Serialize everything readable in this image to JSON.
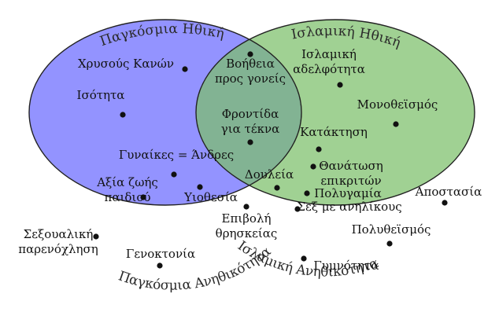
{
  "regions": {
    "global_ethics": {
      "title": "Παγκόσμια Ηθική",
      "color": "#6a6aff"
    },
    "islamic_ethics": {
      "title": "Ισλαμική Ηθική",
      "color": "#7bbf6a"
    },
    "global_immorality": {
      "title": "Παγκόσμια Ανηθικότητα",
      "color": "#ffc575"
    },
    "islamic_immorality": {
      "title": "Ισλαμική Ανηθικότητα",
      "color": "#ff7070"
    }
  },
  "items": [
    {
      "id": "golden-rule",
      "lines": [
        "Χρυσούς Κανών"
      ]
    },
    {
      "id": "equality",
      "lines": [
        "Ισότητα"
      ]
    },
    {
      "id": "help-parents",
      "lines": [
        "Βοήθεια",
        "προς γονείς"
      ]
    },
    {
      "id": "child-care",
      "lines": [
        "Φροντίδα",
        "για τέκνα"
      ]
    },
    {
      "id": "islamic-brotherhood",
      "lines": [
        "Ισλαμική",
        "αδελφότητα"
      ]
    },
    {
      "id": "monotheism",
      "lines": [
        "Μονοθεϊσμός"
      ]
    },
    {
      "id": "conquest",
      "lines": [
        "Κατάκτηση"
      ]
    },
    {
      "id": "women-equal-men",
      "lines": [
        "Γυναίκες = Άνδρες"
      ]
    },
    {
      "id": "slavery",
      "lines": [
        "Δουλεία"
      ]
    },
    {
      "id": "killing-critics",
      "lines": [
        "Θανάτωση",
        "επικριτών"
      ]
    },
    {
      "id": "child-life-value",
      "lines": [
        "Αξία ζωής",
        "παιδιού"
      ]
    },
    {
      "id": "adoption",
      "lines": [
        "Υιοθεσία"
      ]
    },
    {
      "id": "polygamy",
      "lines": [
        "Πολυγαμία"
      ]
    },
    {
      "id": "sex-with-minors",
      "lines": [
        "Σεξ με ανηλίκους"
      ]
    },
    {
      "id": "apostasy",
      "lines": [
        "Αποστασία"
      ]
    },
    {
      "id": "religion-imposition",
      "lines": [
        "Επιβολή",
        "θρησκείας"
      ]
    },
    {
      "id": "polytheism",
      "lines": [
        "Πολυθεϊσμός"
      ]
    },
    {
      "id": "sexual-harassment",
      "lines": [
        "Σεξουαλική",
        "παρενόχληση"
      ]
    },
    {
      "id": "genocide",
      "lines": [
        "Γενοκτονία"
      ]
    },
    {
      "id": "nudity",
      "lines": [
        "Γυμνότητα"
      ]
    }
  ]
}
